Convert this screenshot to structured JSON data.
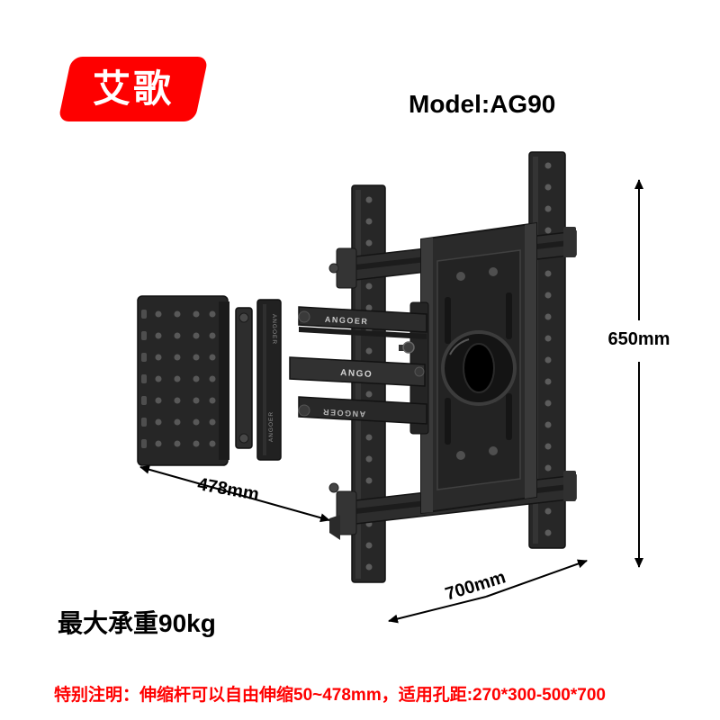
{
  "brand_badge": {
    "label": "艾歌"
  },
  "model": {
    "label": "Model:AG90"
  },
  "dimensions": {
    "height": "650mm",
    "arm_extension": "478mm",
    "width": "700mm"
  },
  "product": {
    "brand": "ANGOER",
    "brand_short": "ANGO"
  },
  "load": {
    "label": "最大承重90kg"
  },
  "note": {
    "label": "特别注明：伸缩杆可以自由伸缩50~478mm，适用孔距:270*300-500*700"
  },
  "colors": {
    "accent_red": "#fe0000",
    "note_red": "#ff0000",
    "product_dark": "#262626",
    "text_black": "#000000"
  }
}
